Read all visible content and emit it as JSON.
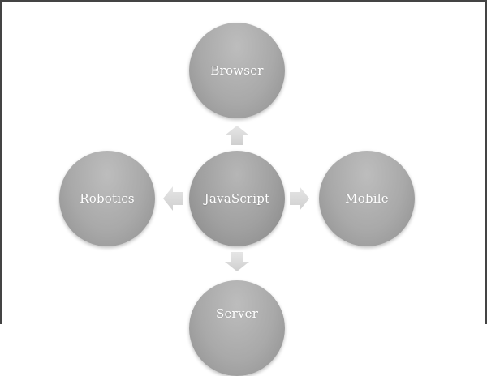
{
  "diagram": {
    "type": "radial-hub",
    "center": {
      "label": "JavaScript"
    },
    "satellites": [
      {
        "label": "Browser",
        "position": "top"
      },
      {
        "label": "Mobile",
        "position": "right"
      },
      {
        "label": "Server",
        "position": "bottom"
      },
      {
        "label": "Robotics",
        "position": "left"
      }
    ],
    "colors": {
      "node_fill": "#a9a9a9",
      "node_text": "#ffffff",
      "arrow_fill": "#dcdcdc",
      "frame_border": "#444444"
    }
  }
}
